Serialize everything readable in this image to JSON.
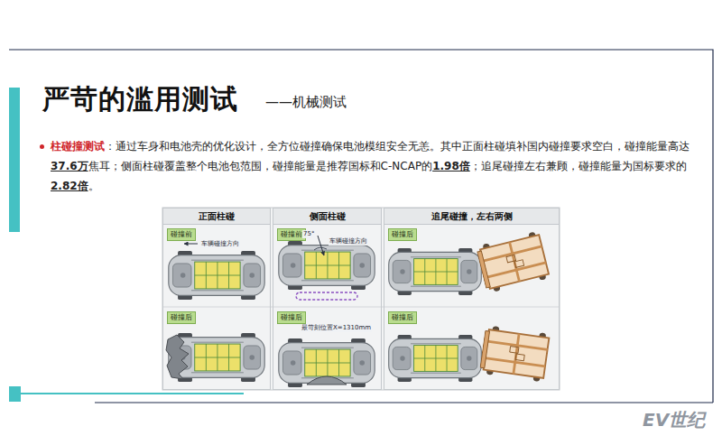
{
  "diagram": {
    "title": "严苛的滥用测试",
    "nodes": [
      {
        "text": [
          "正面柱碰"
        ]
      },
      {
        "text": [
          "碰撞前"
        ],
        "in": 0
      },
      {
        "text": [
          "碰撞后"
        ],
        "in": 0
      },
      {
        "text": [
          "侧面柱碰"
        ]
      },
      {
        "text": [
          "碰撞前"
        ],
        "in": 3
      },
      {
        "text": [
          "碰撞后"
        ],
        "in": 3
      },
      {
        "text": [
          "追尾碰撞，左右两侧"
        ]
      },
      {
        "text": [
          "碰撞后"
        ],
        "in": 6
      },
      {
        "text": [
          "碰撞后"
        ],
        "in": 6
      }
    ],
    "labels": [
      "——机械测试",
      "柱碰撞测试",
      "：通过车身和电池壳的优化设计，全方位碰撞确保电池模组安全无恙。其中正面柱碰填补国内碰撞要求空白，碰撞能量高达",
      "37.6万",
      "焦耳；侧面柱碰覆盖整个电池包范围，碰撞能量是推荐国标和C-NCAP的",
      "1.98倍",
      "；追尾碰撞左右兼顾，碰撞能量为国标要求的",
      "2.82倍",
      "。",
      "车辆碰撞方向",
      "75°",
      "车辆碰撞方向",
      "最苛刻位置X=1310mm",
      "EV世纪"
    ]
  }
}
